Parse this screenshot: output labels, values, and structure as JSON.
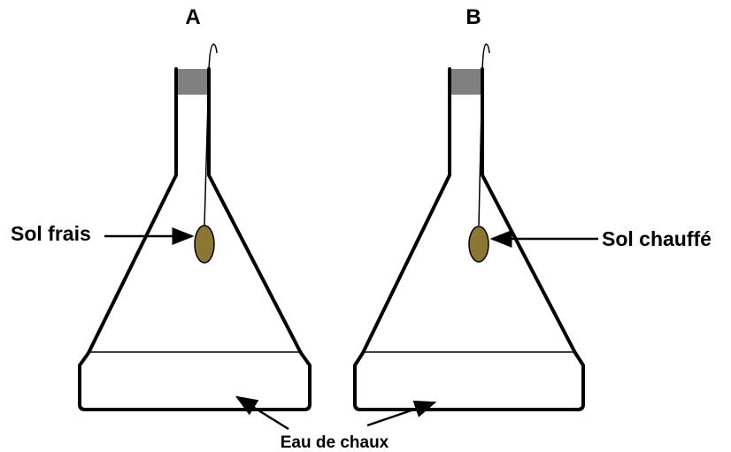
{
  "flask_a": {
    "title": "A",
    "sample_label": "Sol frais"
  },
  "flask_b": {
    "title": "B",
    "sample_label": "Sol chauffé"
  },
  "bottom_label": "Eau de chaux",
  "colors": {
    "stopper": "#808080",
    "soil_sample": "#8b7732",
    "outline": "#000000"
  }
}
